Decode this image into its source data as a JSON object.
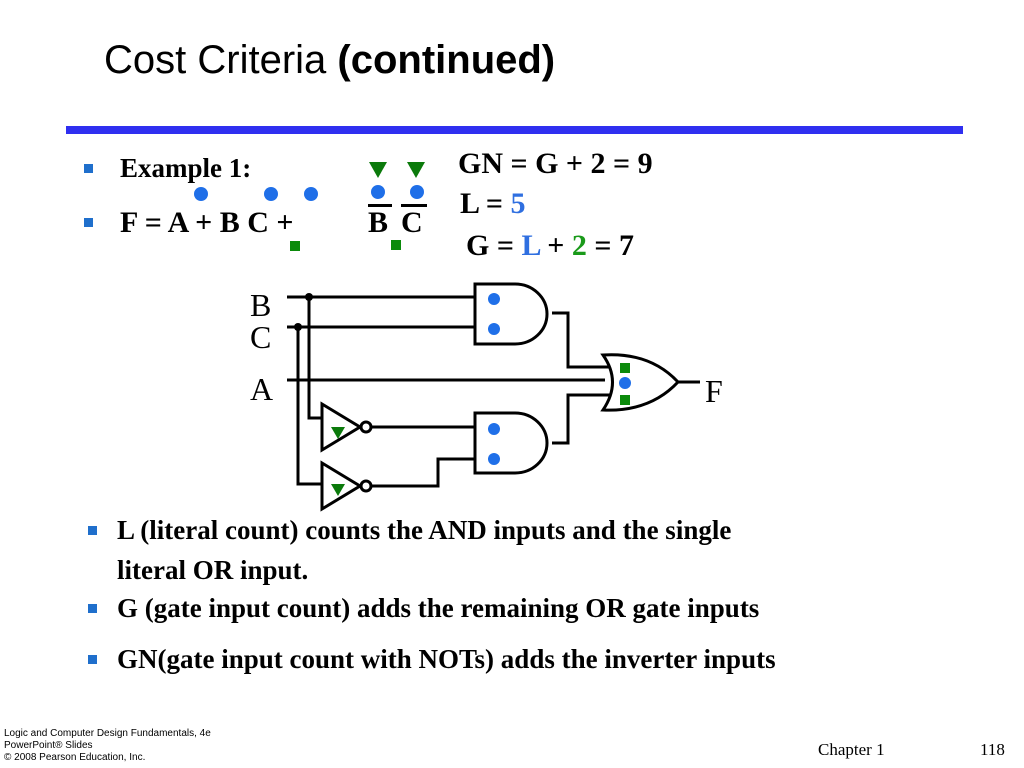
{
  "slide": {
    "title_plain": "Cost Criteria ",
    "title_bold": "(continued)",
    "example_label": "Example 1:",
    "function_parts": {
      "lhs": "F = A + B C +",
      "b_bar": "B",
      "c_bar": "C"
    },
    "costs": {
      "gn_line": "GN = G + 2 = 9",
      "l_prefix": "L = ",
      "l_value": "5",
      "g_prefix": "G = ",
      "g_l": "L",
      "g_plus": " + ",
      "g_two": "2",
      "g_eq": " =  7"
    },
    "circuit_labels": {
      "b": "B",
      "c": "C",
      "a": "A",
      "f": "F"
    },
    "notes": [
      {
        "line1": "L (literal count) counts the AND inputs and the single",
        "line2": "literal OR input."
      },
      {
        "line1": "G (gate input count) adds the remaining OR gate inputs"
      },
      {
        "line1": "GN(gate input count with NOTs) adds the inverter inputs"
      }
    ],
    "footer": {
      "line1": "Logic and Computer Design Fundamentals, 4e",
      "line2": "PowerPoint® Slides",
      "line3": "© 2008 Pearson Education, Inc.",
      "chapter": "Chapter 1",
      "page": "118"
    },
    "colors": {
      "title_bar": "#2f2ff0",
      "literal_marker": "#1f6fe8",
      "gate_marker": "#0b8a0b",
      "inverter_marker": "#0b7a0b",
      "bullet": "#1f6fcc"
    }
  }
}
